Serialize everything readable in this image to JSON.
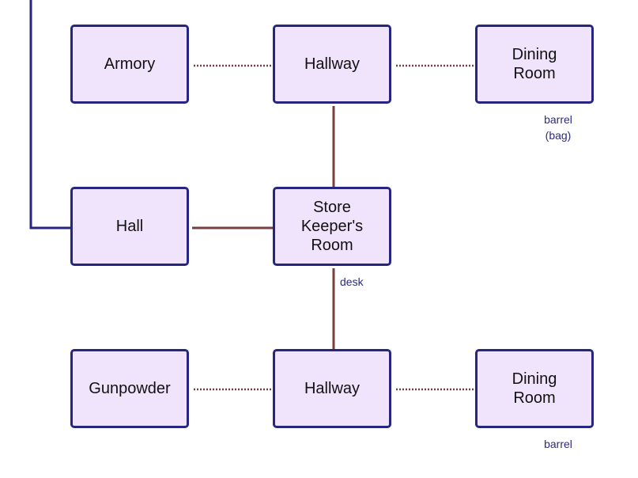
{
  "rooms": {
    "armory": "Armory",
    "hallway_top": "Hallway",
    "dining_top": "Dining\nRoom",
    "hall": "Hall",
    "store_keeper": "Store\nKeeper's\nRoom",
    "gunpowder": "Gunpowder",
    "hallway_bottom": "Hallway",
    "dining_bottom": "Dining\nRoom"
  },
  "items": {
    "dining_top": "barrel\n(bag)",
    "store_keeper": "desk",
    "dining_bottom": "barrel"
  },
  "colors": {
    "room_fill": "#f0e4fc",
    "room_border": "#262680",
    "solid_link": "#7a3e3e",
    "dotted_link": "#7a3e3e",
    "external_link": "#262680",
    "item_text": "#2c2c80"
  }
}
